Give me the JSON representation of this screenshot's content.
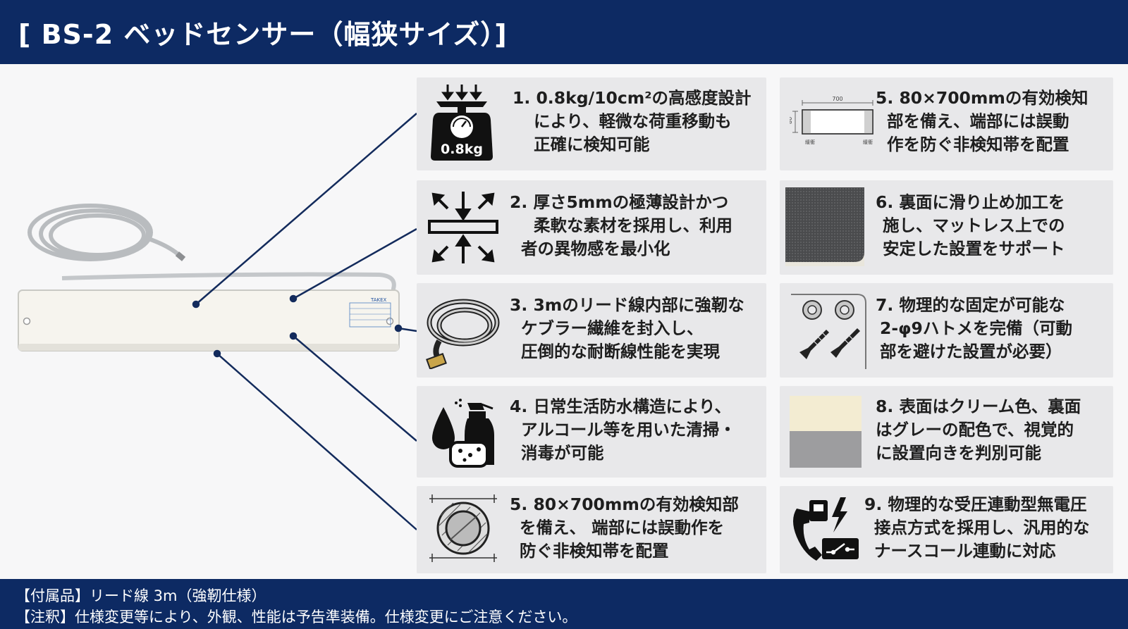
{
  "header": {
    "title": "[ BS-2 ベッドセンサー（幅狭サイズ）]"
  },
  "features": [
    {
      "id": 1,
      "lines": [
        "1. 0.8kg/10cm²の高感度設計",
        "により、軽微な荷重移動も",
        "正確に検知可能"
      ],
      "icon": "scale-icon",
      "icon_label": "0.8kg"
    },
    {
      "id": 2,
      "lines": [
        "2. 厚さ5mmの極薄設計かつ",
        "柔軟な素材を採用し、利用",
        "者の異物感を最小化"
      ],
      "icon": "compression-arrows-icon"
    },
    {
      "id": 3,
      "lines": [
        "3. 3mのリード線内部に強靭な",
        "ケブラー繊維を封入し、",
        "圧倒的な耐断線性能を実現"
      ],
      "icon": "cable-coil-icon"
    },
    {
      "id": 4,
      "lines": [
        "4. 日常生活防水構造により、",
        "アルコール等を用いた清掃・",
        "消毒が可能"
      ],
      "icon": "water-spray-sponge-icon"
    },
    {
      "id": 5,
      "lines": [
        "5. 80×700mmの有効検知部",
        "を備え、 端部には誤動作を",
        "防ぐ非検知帯を配置"
      ],
      "icon": "cross-section-icon"
    },
    {
      "id": 6,
      "lines": [
        "5. 80×700mmの有効検知",
        "部を備え、端部には誤動",
        "作を防ぐ非検知帯を配置"
      ],
      "icon": "dimension-diagram-icon",
      "diagram_labels": {
        "width": "700",
        "height": "80",
        "edge_left": "緩衝",
        "edge_right": "緩衝"
      }
    },
    {
      "id": 7,
      "lines": [
        "6. 裏面に滑り止め加工を",
        "施し、マットレス上での",
        "安定した設置をサポート"
      ],
      "icon": "non-slip-texture-icon"
    },
    {
      "id": 8,
      "lines": [
        "7. 物理的な固定が可能な",
        "2-φ9ハトメを完備（可動",
        "部を避けた設置が必要）"
      ],
      "icon": "grommet-screws-icon"
    },
    {
      "id": 9,
      "lines": [
        "8. 表面はクリーム色、裏面",
        "はグレーの配色で、視覚的",
        "に設置向きを判別可能"
      ],
      "icon": "color-swatch-icon"
    },
    {
      "id": 10,
      "lines": [
        "9. 物理的な受圧連動型無電圧",
        "接点方式を採用し、汎用的な",
        "ナースコール連動に対応"
      ],
      "icon": "nurse-call-contact-icon"
    }
  ],
  "product": {
    "label": "TAKEX"
  },
  "colors": {
    "navy": "#0d2a63",
    "card": "#e8e8ea",
    "cream": "#f3ecd2",
    "gray": "#9d9d9f"
  },
  "footer": {
    "line1": "【付属品】リード線 3m（強靭仕様）",
    "line2": "【注釈】仕様変更等により、外観、性能は予告準装備。仕様変更にご注意ください。"
  }
}
